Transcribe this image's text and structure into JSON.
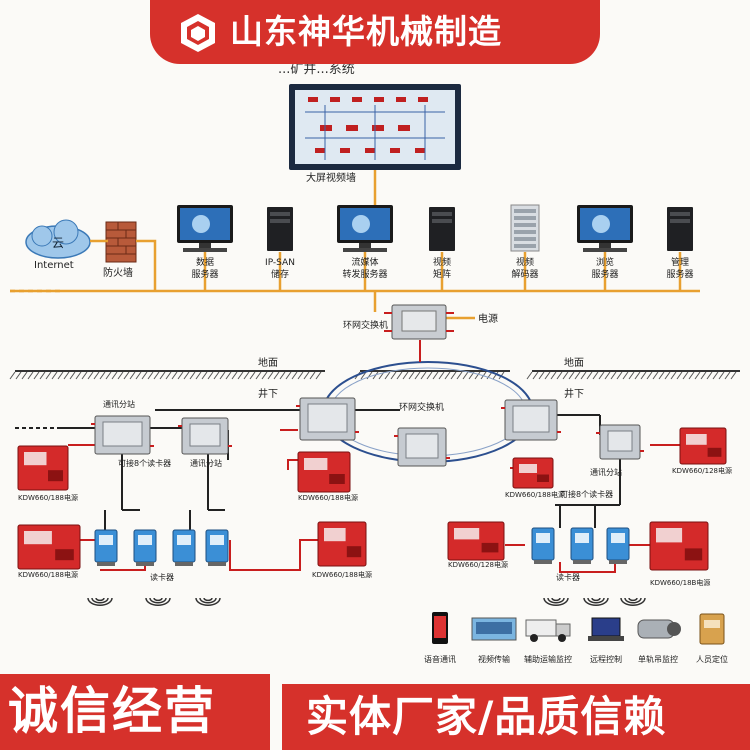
{
  "header": {
    "brand": "山东神华机械制造",
    "title_partial": "...矿井...系统"
  },
  "footer": {
    "left": "诚信经营",
    "right": "实体厂家/品质信赖"
  },
  "topology": {
    "videowall": "大屏视频墙",
    "internet": "Internet",
    "cloud": "云",
    "firewall": "防火墙",
    "servers": [
      {
        "line1": "数据",
        "line2": "服务器"
      },
      {
        "line1": "IP-SAN",
        "line2": "储存"
      },
      {
        "line1": "流媒体",
        "line2": "转发服务器"
      },
      {
        "line1": "视频",
        "line2": "矩阵"
      },
      {
        "line1": "视频",
        "line2": "解码器"
      },
      {
        "line1": "浏览",
        "line2": "服务器"
      },
      {
        "line1": "管理",
        "line2": "服务器"
      }
    ],
    "ring_switch_top": "环网交换机",
    "power": "电源",
    "ring_switch_mid": "环网交换机",
    "ground_left": "地面",
    "ground_right": "地面",
    "underground_left": "井下",
    "underground_right": "井下",
    "comm_substation": "通讯分站",
    "connect8": "可接8个读卡器",
    "card_reader": "读卡器",
    "psu_188": "KDW660/188电源",
    "psu_128": "KDW660/128电源",
    "psu_18b": "KDW660/18B电源"
  },
  "legend": [
    {
      "label": "语音通讯",
      "icon": "phone-icon"
    },
    {
      "label": "视频传输",
      "icon": "video-icon"
    },
    {
      "label": "辅助运输监控",
      "icon": "truck-icon"
    },
    {
      "label": "远程控制",
      "icon": "laptop-icon"
    },
    {
      "label": "单轨吊监控",
      "icon": "camera-icon"
    },
    {
      "label": "人员定位",
      "icon": "tag-icon"
    }
  ],
  "colors": {
    "brand_red": "#d6312b",
    "cable_orange": "#e8a030",
    "cable_red": "#c81e1e",
    "ring_blue": "#2c4f8f"
  }
}
